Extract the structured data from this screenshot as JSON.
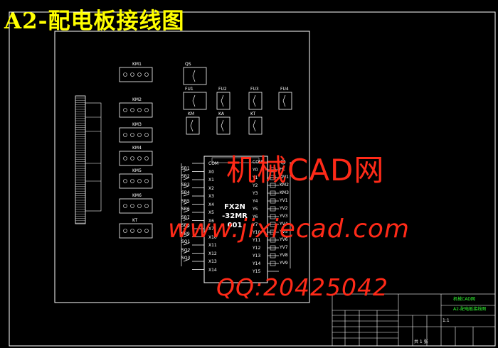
{
  "drawing": {
    "title": "A2-配电板接线图",
    "plc_model_line1": "FX2N",
    "plc_model_line2": "-32MR",
    "plc_model_line3": "001"
  },
  "watermark": {
    "line1": "机械CAD网",
    "line2": "www.jixiecad.com",
    "line3": "QQ:20425042"
  },
  "plc": {
    "left_terminals": [
      "COM",
      "X0",
      "X1",
      "X2",
      "X3",
      "X4",
      "X5",
      "X6",
      "X7",
      "X10",
      "X11",
      "X12",
      "X13",
      "X14"
    ],
    "right_terminals": [
      "COM1",
      "Y0",
      "Y1",
      "Y2",
      "Y3",
      "Y4",
      "Y5",
      "Y6",
      "Y7",
      "Y10",
      "Y11",
      "Y12",
      "Y13",
      "Y14",
      "Y15"
    ],
    "input_labels": [
      "SB1",
      "SB2",
      "SB3",
      "SB4",
      "SB5",
      "SB6",
      "SB7",
      "SB8",
      "SB9",
      "SQ1",
      "SQ2",
      "SQ3"
    ],
    "output_labels": [
      "HL",
      "KM1",
      "KM2",
      "KM3",
      "YV1",
      "YV2",
      "YV3",
      "YV4",
      "YV5",
      "YV6",
      "YV7",
      "YV8",
      "YV9"
    ]
  },
  "relays": {
    "labels": [
      "KM1",
      "KM2",
      "KM3",
      "KM4",
      "KM5",
      "KM6",
      "KT"
    ]
  },
  "contacts": {
    "labels": [
      "QS",
      "FU1",
      "FU2",
      "FU3",
      "FU4",
      "KM",
      "KA",
      "KT"
    ]
  },
  "title_block": {
    "name": "机械CAD网",
    "drawing_no": "A2-配电板接线图",
    "scale": "1:1",
    "sheet": "共 1 张"
  },
  "colors": {
    "background": "#000000",
    "title": "#ffff00",
    "lines": "#ffffff",
    "watermark": "#ff2a18",
    "title_block_text": "#33ff33"
  }
}
